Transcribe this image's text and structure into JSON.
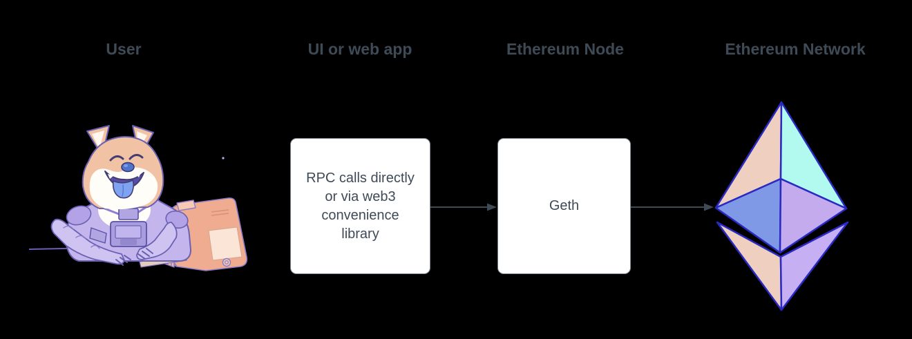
{
  "diagram": {
    "title": "Ethereum application architecture flow",
    "columns": [
      {
        "id": "user",
        "label": "User"
      },
      {
        "id": "webapp",
        "label": "UI or web app"
      },
      {
        "id": "node",
        "label": "Ethereum Node"
      },
      {
        "id": "network",
        "label": "Ethereum Network"
      }
    ],
    "webapp_box": {
      "text": "RPC calls directly\nor via web3\nconvenience\nlibrary"
    },
    "node_box": {
      "text": "Geth"
    },
    "icons": {
      "user_illustration": "doge-astronaut-typing-at-computer",
      "network_icon": "ethereum-octahedron-logo",
      "connector": "right-arrow"
    },
    "colors": {
      "background": "#000000",
      "heading_text": "#3f4a57",
      "box_background": "#ffffff",
      "box_border": "#7d8691",
      "box_text": "#3f4a57",
      "arrow": "#3f4a57",
      "eth_outline": "#2a2ac2",
      "eth_peach": "#eecfc0",
      "eth_cyan": "#b2f9f0",
      "eth_blue": "#8099e6",
      "eth_purple": "#c3abee",
      "eth_purple_light": "#c6aff2",
      "doge_fur": "#f2c2a4",
      "doge_muzzle": "#fffdf8",
      "doge_tongue": "#7fa3f0",
      "suit_lavender": "#c4b5ec",
      "suit_shadow": "#b3a3e6",
      "computer_salmon": "#efac91",
      "computer_panel": "#fbe5d6",
      "keyboard_cream": "#f4e3d1",
      "outline_purple": "#6a60b2"
    }
  }
}
